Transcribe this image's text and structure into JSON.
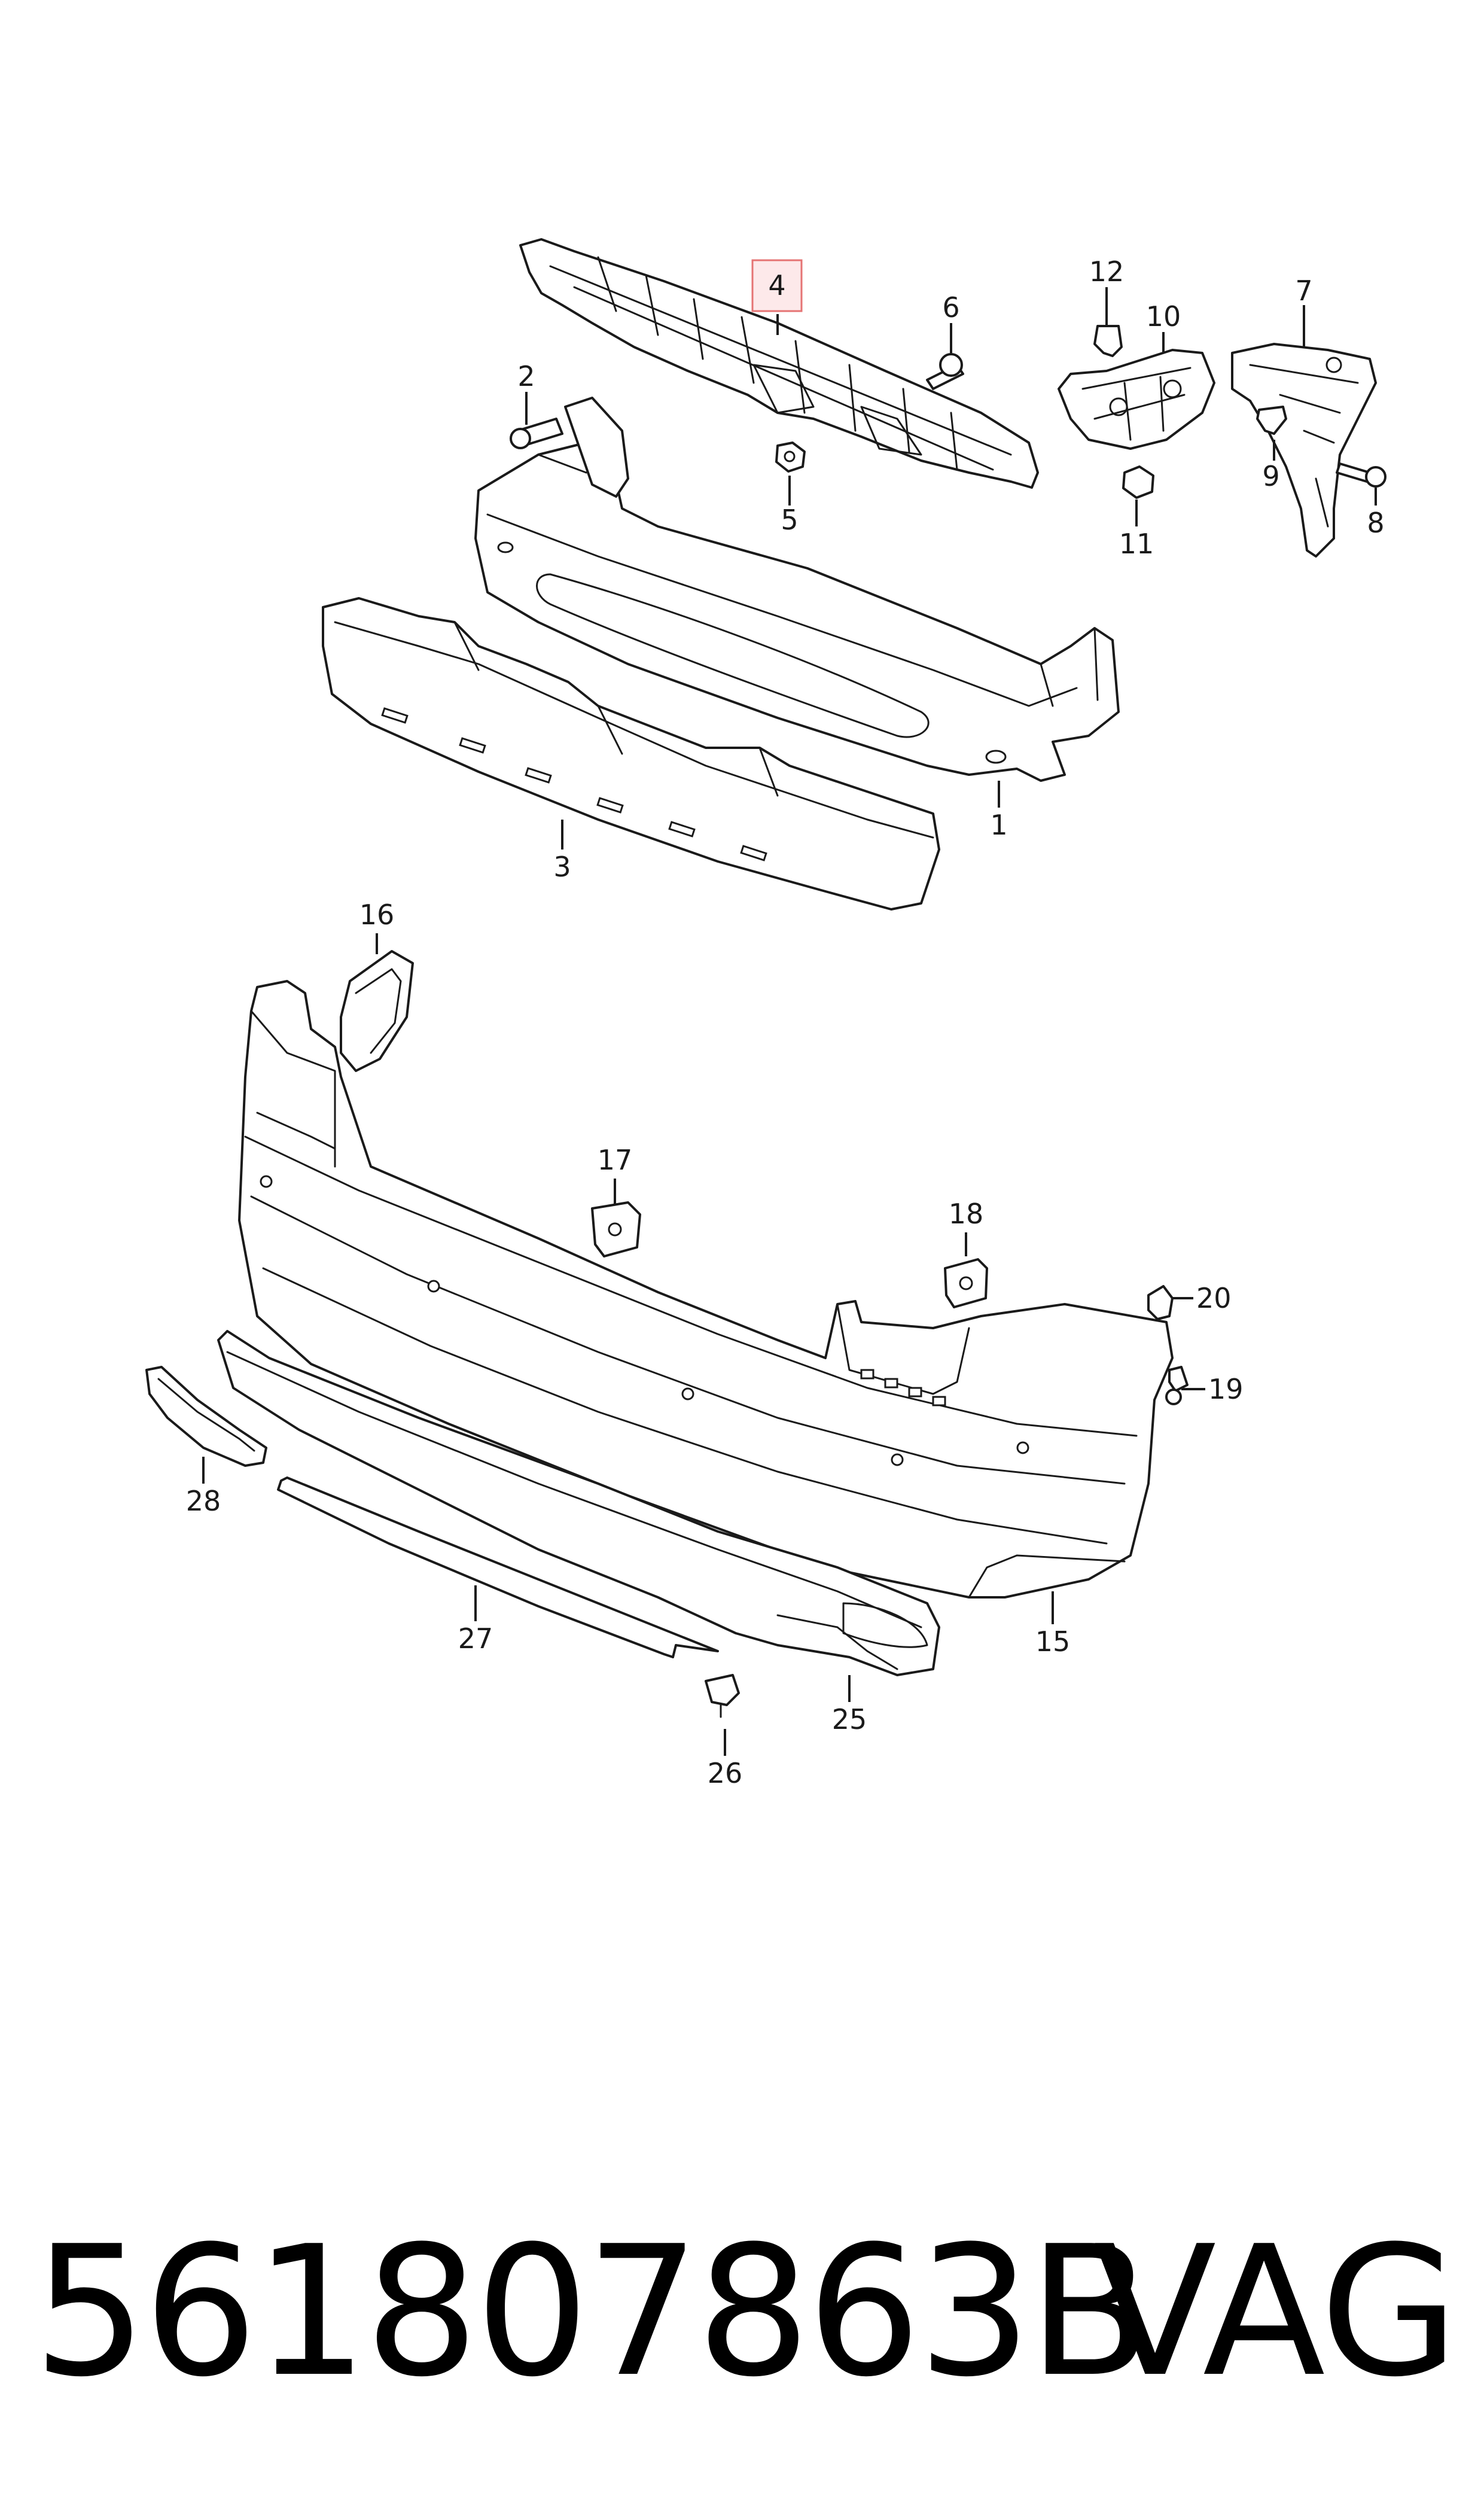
{
  "callouts": {
    "c1": "1",
    "c2": "2",
    "c3": "3",
    "c4": "4",
    "c5": "5",
    "c6": "6",
    "c7": "7",
    "c8": "8",
    "c9": "9",
    "c10": "10",
    "c11": "11",
    "c12": "12",
    "c15": "15",
    "c16": "16",
    "c17": "17",
    "c18": "18",
    "c19": "19",
    "c20": "20",
    "c25": "25",
    "c26": "26",
    "c27": "27",
    "c28": "28"
  },
  "highlighted_callout": "4",
  "highlight_color": "#e57373",
  "footer": {
    "part_number": "561807863B",
    "brand": "VAG"
  }
}
